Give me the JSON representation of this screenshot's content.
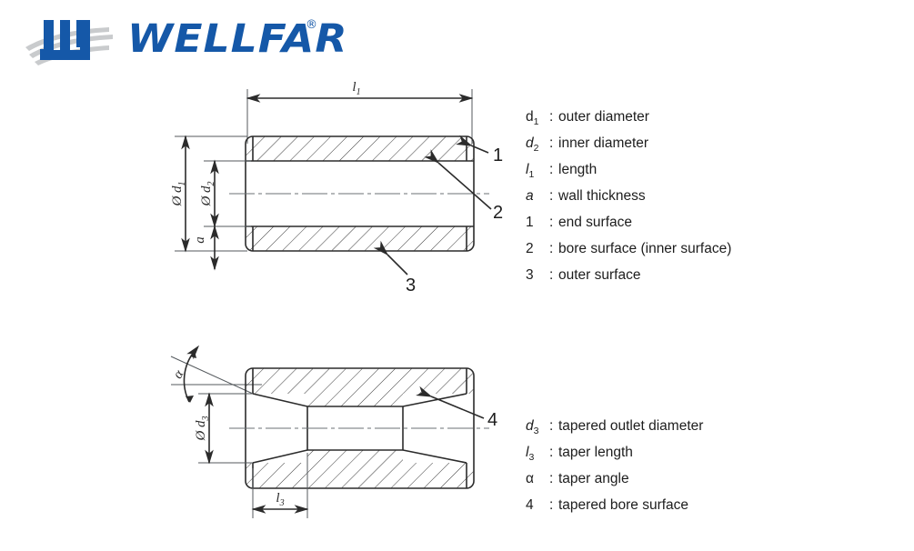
{
  "brand": {
    "name": "WELLFAR",
    "registered_mark": "®",
    "color": "#1558a8",
    "mark_swoosh_color": "#c9cbcd"
  },
  "diagram_top": {
    "name": "straight-bore-tube-cross-section",
    "dimensions": {
      "length": "l",
      "length_sub": "1",
      "outer_diameter": "Ø d",
      "outer_diameter_sub": "1",
      "inner_diameter": "Ø d",
      "inner_diameter_sub": "2",
      "wall_thickness": "a"
    },
    "callouts": [
      {
        "id": "1",
        "target": "end-surface"
      },
      {
        "id": "2",
        "target": "bore-surface"
      },
      {
        "id": "3",
        "target": "outer-surface"
      }
    ]
  },
  "diagram_bottom": {
    "name": "tapered-bore-tube-cross-section",
    "dimensions": {
      "tapered_outlet_diameter": "Ø d",
      "tapered_outlet_diameter_sub": "3",
      "taper_length": "l",
      "taper_length_sub": "3",
      "taper_angle": "α"
    },
    "callouts": [
      {
        "id": "4",
        "target": "tapered-bore-surface"
      }
    ]
  },
  "legend_top": {
    "rows": [
      {
        "symbol": "d",
        "sub": "1",
        "italic": false,
        "colon": ":",
        "text": "outer diameter"
      },
      {
        "symbol": "d",
        "sub": "2",
        "italic": true,
        "colon": ":",
        "text": "inner diameter"
      },
      {
        "symbol": "l",
        "sub": "1",
        "italic": true,
        "colon": ":",
        "text": "length"
      },
      {
        "symbol": "a",
        "sub": "",
        "italic": true,
        "colon": ":",
        "text": "wall thickness"
      },
      {
        "symbol": "1",
        "sub": "",
        "italic": false,
        "colon": ":",
        "text": "end surface"
      },
      {
        "symbol": "2",
        "sub": "",
        "italic": false,
        "colon": ":",
        "text": "bore surface (inner surface)"
      },
      {
        "symbol": "3",
        "sub": "",
        "italic": false,
        "colon": ":",
        "text": "outer surface"
      }
    ]
  },
  "legend_bottom": {
    "rows": [
      {
        "symbol": "d",
        "sub": "3",
        "italic": true,
        "colon": ":",
        "text": "tapered outlet diameter"
      },
      {
        "symbol": "l",
        "sub": "3",
        "italic": true,
        "colon": ":",
        "text": "taper length"
      },
      {
        "symbol": "α",
        "sub": "",
        "italic": false,
        "colon": ":",
        "text": "taper angle"
      },
      {
        "symbol": "4",
        "sub": "",
        "italic": false,
        "colon": ":",
        "text": "tapered bore surface"
      }
    ]
  }
}
